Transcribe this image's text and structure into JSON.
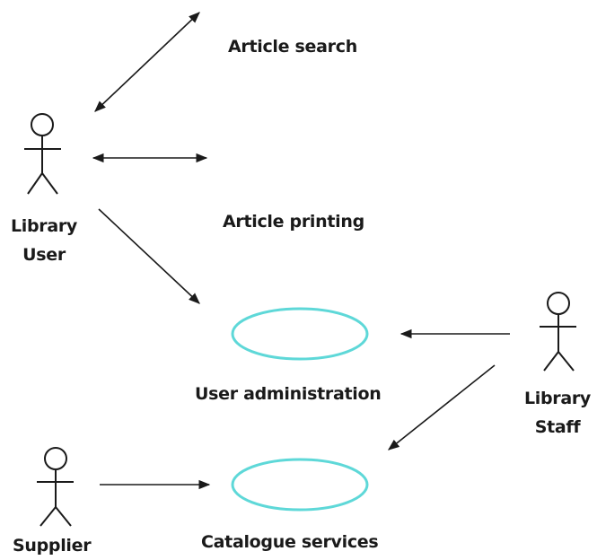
{
  "actors": {
    "library_user": {
      "line1": "Library",
      "line2": "User"
    },
    "library_staff": {
      "line1": "Library",
      "line2": "Staff"
    },
    "supplier": {
      "line1": "Supplier"
    }
  },
  "use_cases": {
    "article_search": "Article search",
    "article_printing": "Article printing",
    "user_administration": "User administration",
    "catalogue_services": "Catalogue services"
  },
  "colors": {
    "ellipse_stroke": "#5ed8d8",
    "line": "#1a1a1a",
    "text": "#1a1a1a"
  }
}
